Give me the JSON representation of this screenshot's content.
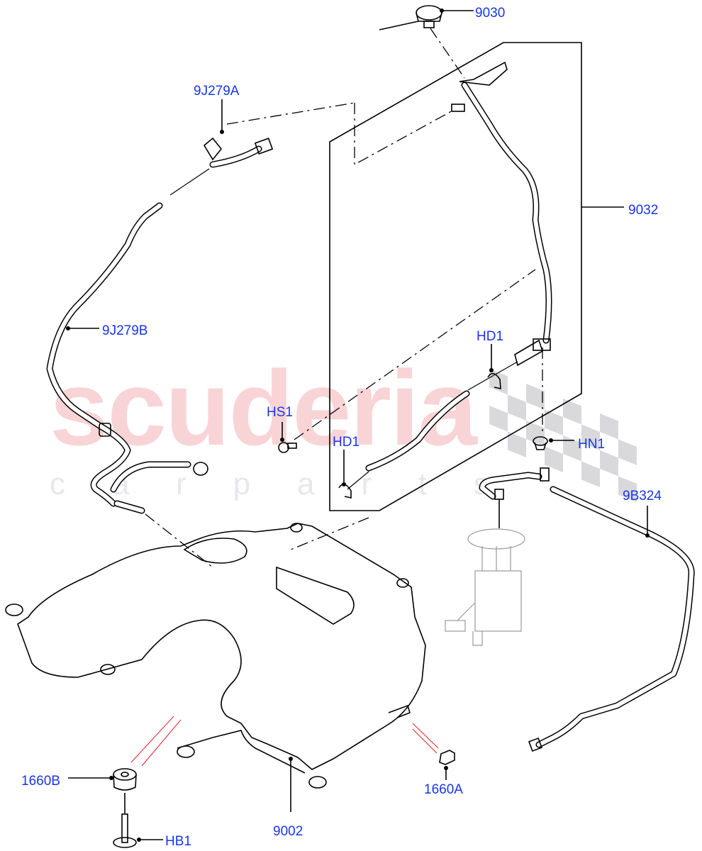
{
  "diagram": {
    "type": "parts-exploded-view",
    "subject": "Fuel tank, filler neck and fuel lines",
    "watermark": {
      "main_text": "scuderia",
      "sub_letters": [
        "c",
        "a",
        "r",
        "p",
        "a",
        "r",
        "t",
        "s"
      ],
      "main_color": "#f8d4d6",
      "sub_color": "#e8e8ea"
    },
    "label_color": "#1a35e8",
    "callouts": [
      {
        "id": "9030",
        "label": "9030",
        "part": "fuel-filler-cap"
      },
      {
        "id": "9J279A",
        "label": "9J279A",
        "part": "vapour-line-connector"
      },
      {
        "id": "9J279B",
        "label": "9J279B",
        "part": "vapour-line"
      },
      {
        "id": "9032",
        "label": "9032",
        "part": "filler-neck-assembly"
      },
      {
        "id": "HD1-upper",
        "label": "HD1",
        "part": "hose-clip-upper"
      },
      {
        "id": "HS1",
        "label": "HS1",
        "part": "screw"
      },
      {
        "id": "HD1-lower",
        "label": "HD1",
        "part": "hose-clip-lower"
      },
      {
        "id": "HN1",
        "label": "HN1",
        "part": "nut"
      },
      {
        "id": "9B324",
        "label": "9B324",
        "part": "fuel-feed-line"
      },
      {
        "id": "1660B",
        "label": "1660B",
        "part": "insulator-mount"
      },
      {
        "id": "HB1",
        "label": "HB1",
        "part": "bolt"
      },
      {
        "id": "9002",
        "label": "9002",
        "part": "fuel-tank"
      },
      {
        "id": "1660A",
        "label": "1660A",
        "part": "bracket-clip"
      }
    ]
  }
}
